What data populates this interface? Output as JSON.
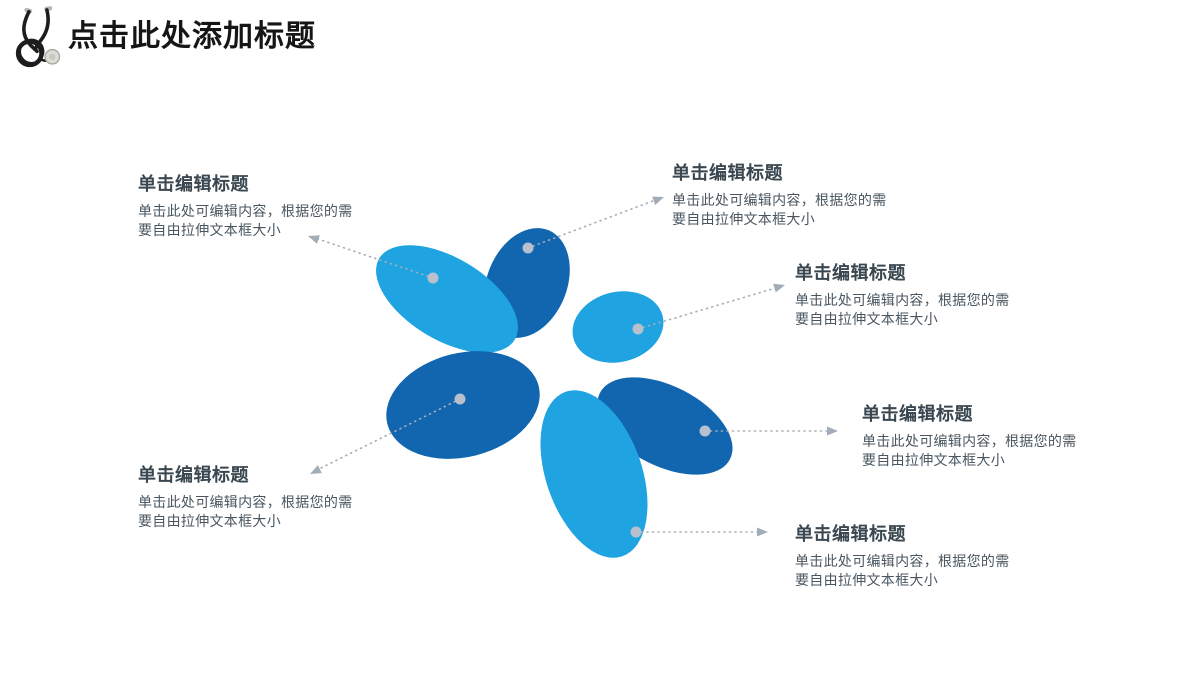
{
  "header": {
    "title": "点击此处添加标题",
    "icon": "stethoscope-icon"
  },
  "colors": {
    "petal_light": "#1FA3E1",
    "petal_dark": "#1166AF",
    "connector": "#A3ADB8",
    "dot": "#B7C0CC",
    "heading_text": "#3A4750",
    "body_text": "#49565F",
    "title_text": "#161616"
  },
  "callouts": [
    {
      "heading": "单击编辑标题",
      "body_line1": "单击此处可编辑内容，根据您的需",
      "body_line2": "要自由拉伸文本框大小"
    },
    {
      "heading": "单击编辑标题",
      "body_line1": "单击此处可编辑内容，根据您的需",
      "body_line2": "要自由拉伸文本框大小"
    },
    {
      "heading": "单击编辑标题",
      "body_line1": "单击此处可编辑内容，根据您的需",
      "body_line2": "要自由拉伸文本框大小"
    },
    {
      "heading": "单击编辑标题",
      "body_line1": "单击此处可编辑内容，根据您的需",
      "body_line2": "要自由拉伸文本框大小"
    },
    {
      "heading": "单击编辑标题",
      "body_line1": "单击此处可编辑内容，根据您的需",
      "body_line2": "要自由拉伸文本框大小"
    },
    {
      "heading": "单击编辑标题",
      "body_line1": "单击此处可编辑内容，根据您的需",
      "body_line2": "要自由拉伸文本框大小"
    }
  ]
}
